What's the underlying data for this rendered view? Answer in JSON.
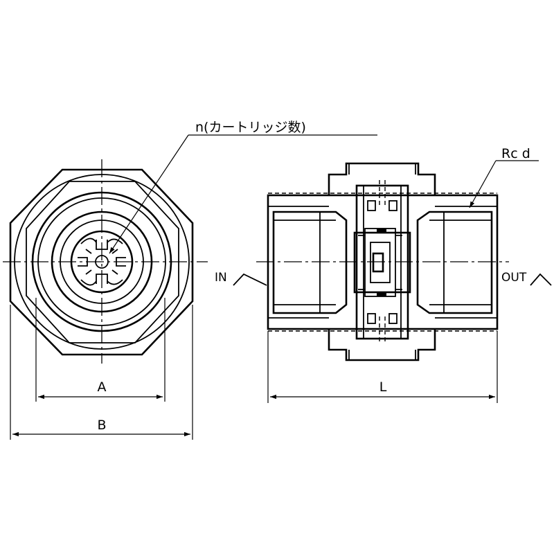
{
  "labels": {
    "cartridge_callout": "n(カートリッジ数)",
    "thread_callout": "Rc d",
    "inlet": "IN",
    "outlet": "OUT",
    "dim_a": "A",
    "dim_b": "B",
    "dim_l": "L"
  },
  "colors": {
    "line": "#000000",
    "background": "#ffffff"
  }
}
